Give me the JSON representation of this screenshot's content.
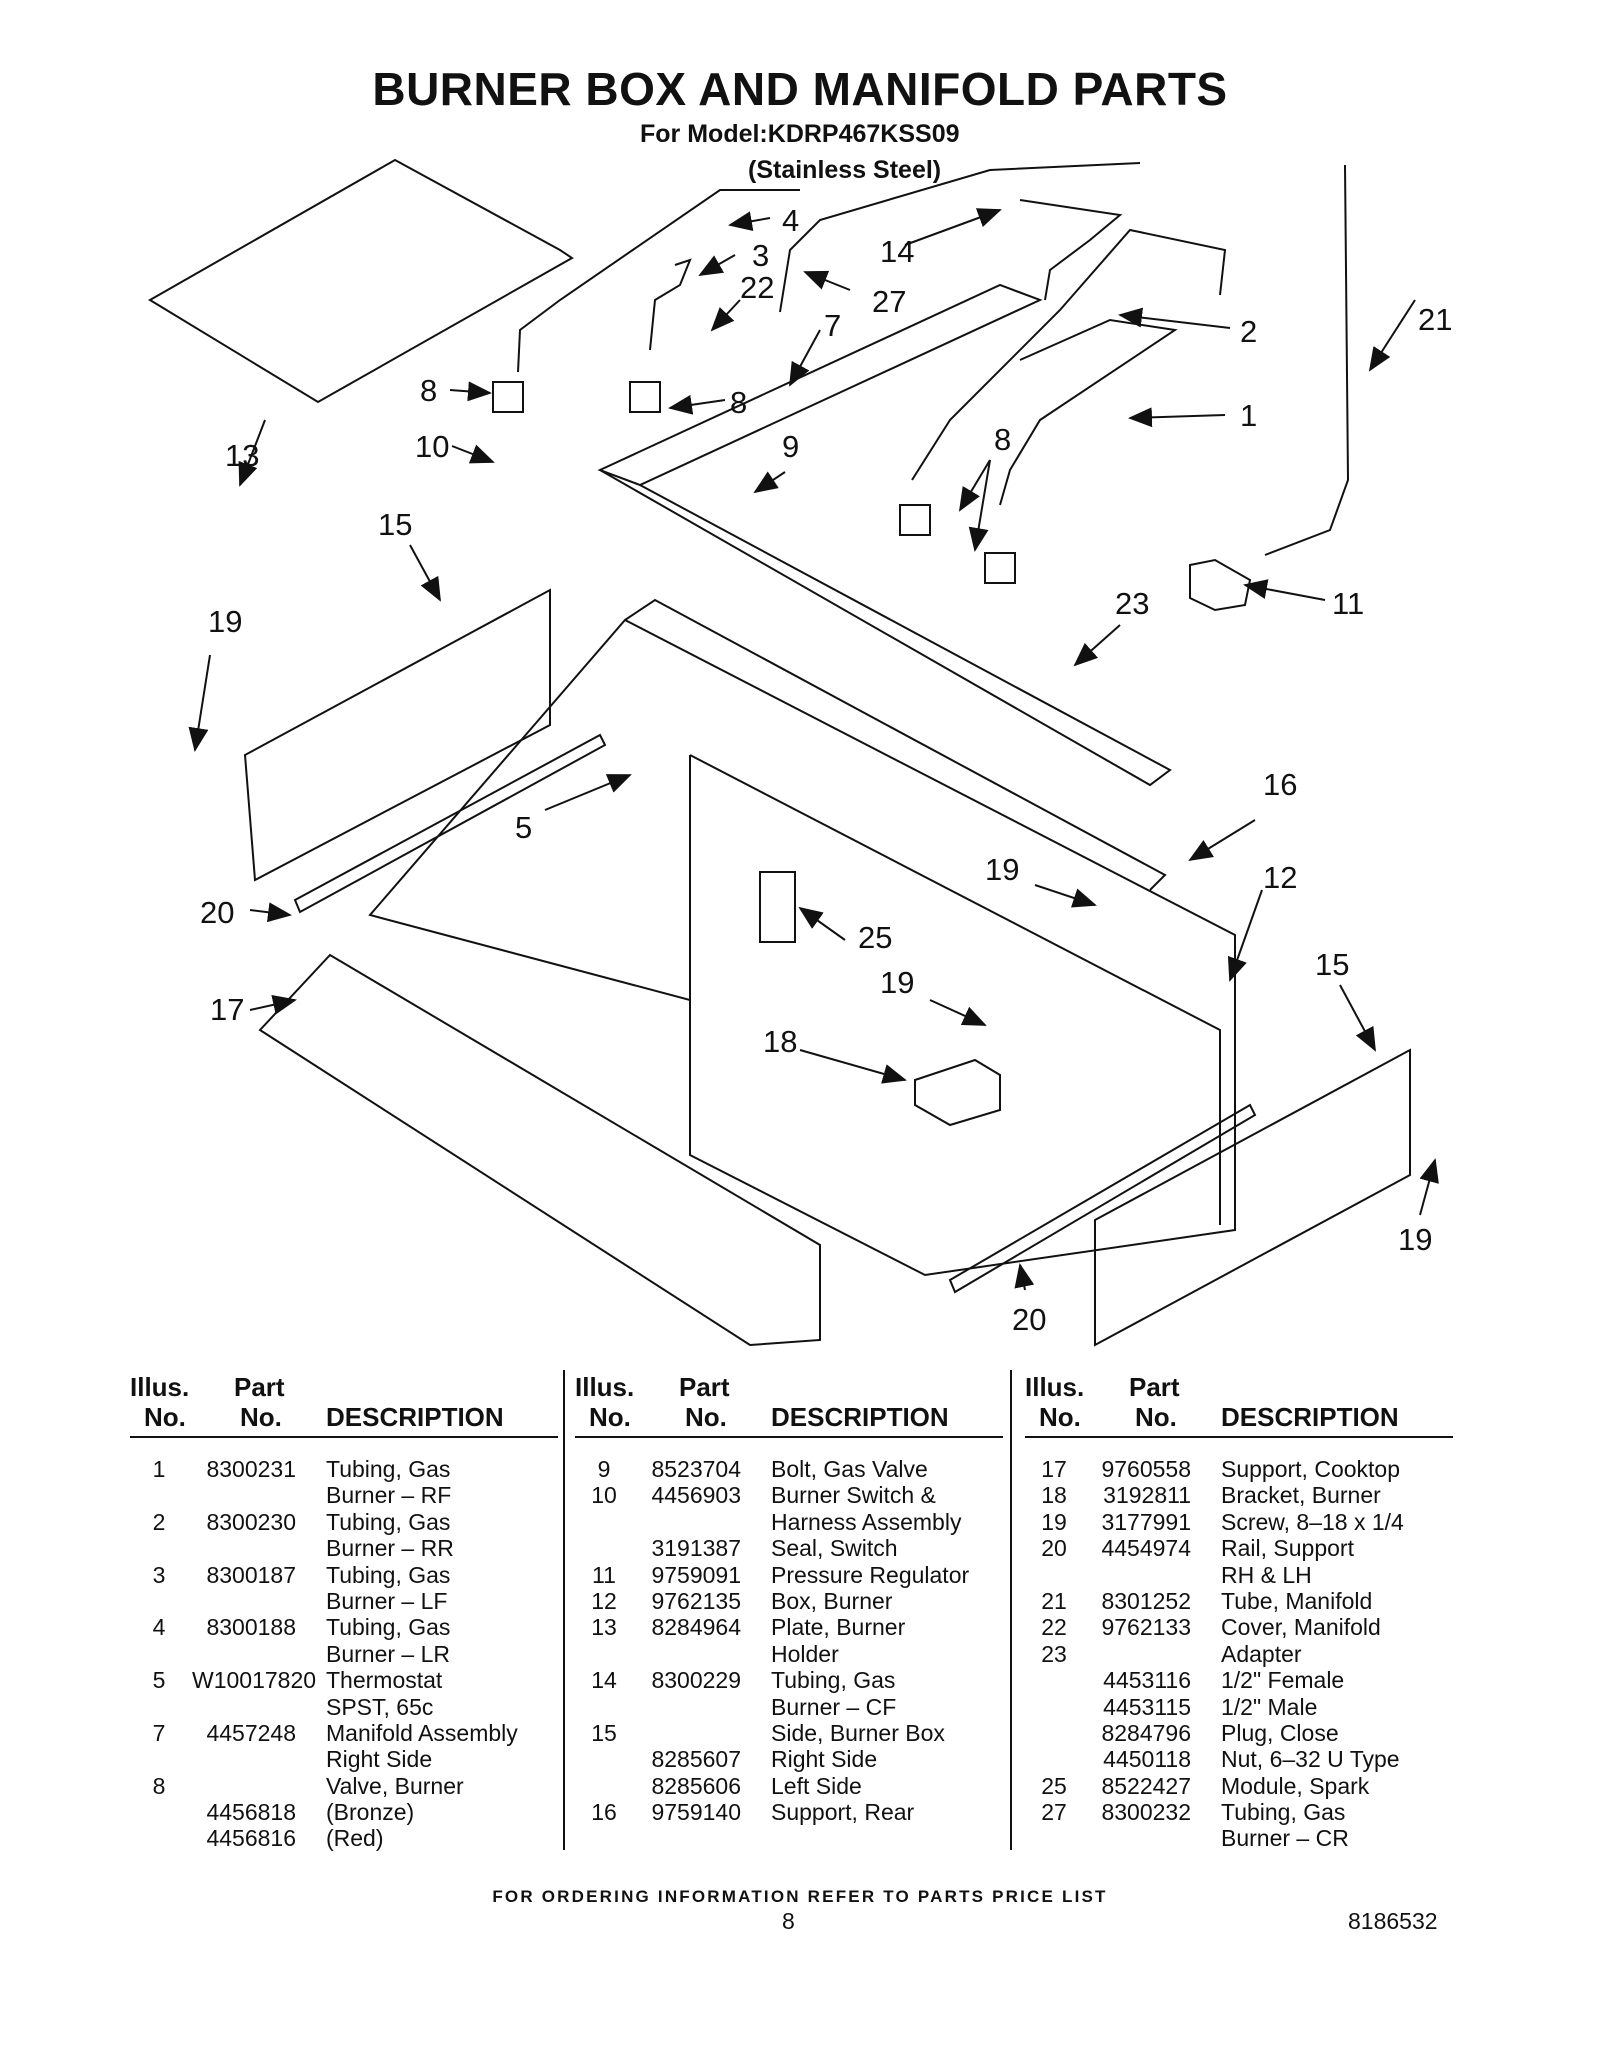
{
  "header": {
    "title": "BURNER BOX AND MANIFOLD PARTS",
    "model": "For Model:KDRP467KSS09",
    "finish": "(Stainless Steel)"
  },
  "diagram": {
    "callouts": [
      "4",
      "3",
      "22",
      "14",
      "27",
      "7",
      "21",
      "2",
      "1",
      "13",
      "8",
      "8",
      "10",
      "9",
      "8",
      "15",
      "19",
      "23",
      "11",
      "16",
      "5",
      "19",
      "12",
      "20",
      "25",
      "19",
      "15",
      "17",
      "18",
      "19",
      "20"
    ]
  },
  "table": {
    "headers": {
      "illus1": "Illus.",
      "illus2": "No.",
      "part1": "Part",
      "part2": "No.",
      "desc": "DESCRIPTION"
    },
    "columns": [
      [
        [
          "1",
          "8300231",
          "Tubing, Gas"
        ],
        [
          "",
          "",
          "Burner – RF"
        ],
        [
          "2",
          "8300230",
          "Tubing, Gas"
        ],
        [
          "",
          "",
          "Burner – RR"
        ],
        [
          "3",
          "8300187",
          "Tubing, Gas"
        ],
        [
          "",
          "",
          "Burner – LF"
        ],
        [
          "4",
          "8300188",
          "Tubing, Gas"
        ],
        [
          "",
          "",
          "Burner – LR"
        ],
        [
          "5",
          "W10017820",
          "Thermostat"
        ],
        [
          "",
          "",
          "SPST, 65c"
        ],
        [
          "7",
          "4457248",
          "Manifold Assembly"
        ],
        [
          "",
          "",
          "Right Side"
        ],
        [
          "8",
          "",
          "Valve, Burner"
        ],
        [
          "",
          "4456818",
          "(Bronze)"
        ],
        [
          "",
          "4456816",
          "(Red)"
        ]
      ],
      [
        [
          "9",
          "8523704",
          "Bolt, Gas Valve"
        ],
        [
          "10",
          "4456903",
          "Burner Switch &"
        ],
        [
          "",
          "",
          "Harness Assembly"
        ],
        [
          "",
          "3191387",
          "Seal, Switch"
        ],
        [
          "11",
          "9759091",
          "Pressure Regulator"
        ],
        [
          "12",
          "9762135",
          "Box, Burner"
        ],
        [
          "13",
          "8284964",
          "Plate, Burner"
        ],
        [
          "",
          "",
          "Holder"
        ],
        [
          "14",
          "8300229",
          "Tubing, Gas"
        ],
        [
          "",
          "",
          "Burner – CF"
        ],
        [
          "15",
          "",
          "Side, Burner Box"
        ],
        [
          "",
          "8285607",
          "Right Side"
        ],
        [
          "",
          "8285606",
          "Left Side"
        ],
        [
          "16",
          "9759140",
          "Support, Rear"
        ]
      ],
      [
        [
          "17",
          "9760558",
          "Support, Cooktop"
        ],
        [
          "18",
          "3192811",
          "Bracket, Burner"
        ],
        [
          "19",
          "3177991",
          "Screw, 8–18 x 1/4"
        ],
        [
          "20",
          "4454974",
          "Rail, Support"
        ],
        [
          "",
          "",
          "RH & LH"
        ],
        [
          "21",
          "8301252",
          "Tube, Manifold"
        ],
        [
          "22",
          "9762133",
          "Cover, Manifold"
        ],
        [
          "23",
          "",
          "Adapter"
        ],
        [
          "",
          "4453116",
          "1/2\" Female"
        ],
        [
          "",
          "4453115",
          "1/2\" Male"
        ],
        [
          "",
          "8284796",
          "Plug, Close"
        ],
        [
          "",
          "4450118",
          "Nut, 6–32 U Type"
        ],
        [
          "25",
          "8522427",
          "Module, Spark"
        ],
        [
          "27",
          "8300232",
          "Tubing, Gas"
        ],
        [
          "",
          "",
          "Burner – CR"
        ]
      ]
    ]
  },
  "footer": {
    "ordering": "FOR ORDERING INFORMATION REFER TO PARTS PRICE LIST",
    "page": "8",
    "doc": "8186532"
  }
}
